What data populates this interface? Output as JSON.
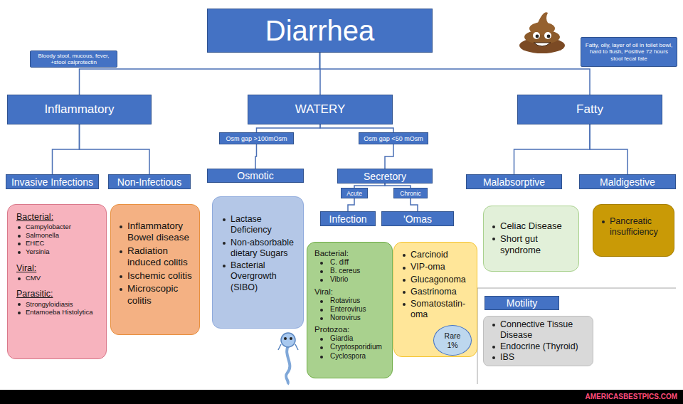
{
  "diagram": {
    "nodes": [
      {
        "text": [
          "Diarrhea"
        ]
      },
      {
        "text": [
          "Bloody stool, mucous, fever, +stool calprotectin"
        ]
      },
      {
        "text": [
          "Fatty, oily, layer of oil in toilet bowl, hard to flush, Positive 72 hours stool fecal fate"
        ]
      },
      {
        "text": [
          "Inflammatory"
        ]
      },
      {
        "text": [
          "WATERY"
        ]
      },
      {
        "text": [
          "Fatty"
        ]
      },
      {
        "text": [
          "Osm gap >100mOsm"
        ]
      },
      {
        "text": [
          "Osm gap <50 mOsm"
        ]
      },
      {
        "text": [
          "Invasive Infections"
        ]
      },
      {
        "text": [
          "Non-Infectious"
        ]
      },
      {
        "text": [
          "Osmotic"
        ]
      },
      {
        "text": [
          "Secretory"
        ]
      },
      {
        "text": [
          "Acute"
        ]
      },
      {
        "text": [
          "Chronic"
        ]
      },
      {
        "text": [
          "Infection"
        ]
      },
      {
        "text": [
          "'Omas"
        ]
      },
      {
        "text": [
          "Malabsorptive"
        ]
      },
      {
        "text": [
          "Maldigestive"
        ]
      },
      {
        "text": [
          "Bacterial:",
          "Campylobacter",
          "Salmonella",
          "EHEC",
          "Yersinia",
          "Viral:",
          "CMV",
          "Parasitic:",
          "Strongyloidiasis",
          "Entamoeba Histolytica"
        ]
      },
      {
        "text": [
          "Inflammatory Bowel disease",
          "Radiation induced colitis",
          "Ischemic colitis",
          "Microscopic colitis"
        ]
      },
      {
        "text": [
          "Lactase Deficiency",
          "Non-absorbable dietary Sugars",
          "Bacterial Overgrowth (SIBO)"
        ]
      },
      {
        "text": [
          "Bacterial:",
          "C. diff",
          "B. cereus",
          "Vibrio",
          "Viral:",
          "Rotavirus",
          "Enterovirus",
          "Norovirus",
          "Protozoa:",
          "Giardia",
          "Cryptosporidium",
          "Cyclospora"
        ]
      },
      {
        "text": [
          "Carcinoid",
          "VIP-oma",
          "Glucagonoma",
          "Gastrinoma",
          "Somatostatin-oma"
        ]
      },
      {
        "text": [
          "Rare",
          "1%"
        ],
        "in": 22
      },
      {
        "text": [
          "Celiac Disease",
          "Short gut syndrome"
        ]
      },
      {
        "text": [
          "Pancreatic insufficiency"
        ]
      },
      {
        "text": [
          "Motility"
        ]
      },
      {
        "text": [
          "Connective Tissue Disease",
          "Endocrine (Thyroid)",
          "IBS"
        ]
      }
    ],
    "edges": [
      {
        "from": 0,
        "to": 3,
        "arrow": "none"
      },
      {
        "from": 0,
        "to": 4,
        "arrow": "none"
      },
      {
        "from": 0,
        "to": 5,
        "arrow": "none"
      },
      {
        "from": 3,
        "to": 8,
        "arrow": "none"
      },
      {
        "from": 3,
        "to": 9,
        "arrow": "none"
      },
      {
        "from": 4,
        "to": 6,
        "arrow": "none"
      },
      {
        "from": 4,
        "to": 7,
        "arrow": "none"
      },
      {
        "from": 6,
        "to": 10,
        "arrow": "none"
      },
      {
        "from": 7,
        "to": 11,
        "arrow": "none"
      },
      {
        "from": 11,
        "to": 12,
        "arrow": "none"
      },
      {
        "from": 11,
        "to": 13,
        "arrow": "none"
      },
      {
        "from": 12,
        "to": 14,
        "arrow": "none"
      },
      {
        "from": 13,
        "to": 15,
        "arrow": "none"
      },
      {
        "from": 5,
        "to": 16,
        "arrow": "none"
      },
      {
        "from": 5,
        "to": 17,
        "arrow": "none"
      }
    ],
    "labels": [
      "AMERICASBESTPICS.COM"
    ]
  }
}
